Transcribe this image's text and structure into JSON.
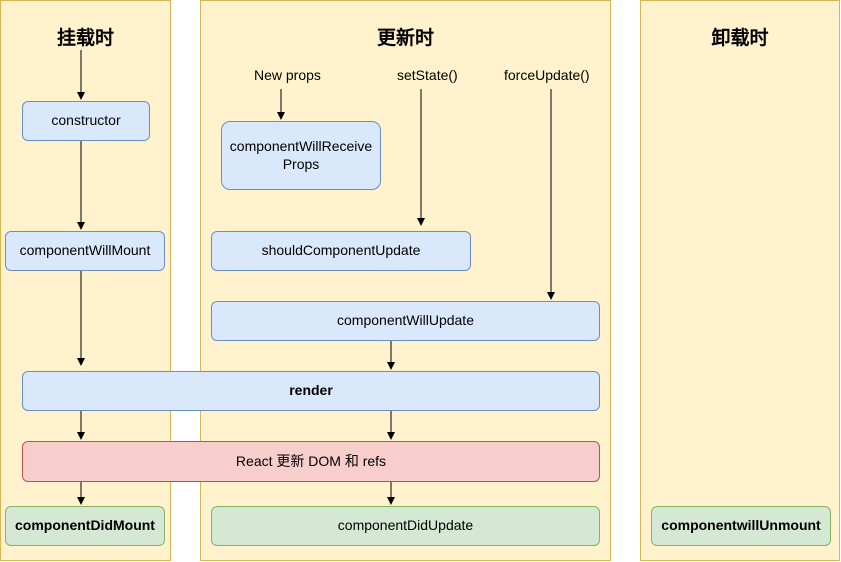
{
  "lanes": {
    "mount": {
      "title": "挂载时"
    },
    "update": {
      "title": "更新时"
    },
    "unmount": {
      "title": "卸载时"
    }
  },
  "triggers": {
    "new_props": "New props",
    "set_state": "setState()",
    "force_update": "forceUpdate()"
  },
  "nodes": {
    "constructor": "constructor",
    "component_will_mount": "componentWillMount",
    "component_will_receive_props": "componentWillReceive Props",
    "should_component_update": "shouldComponentUpdate",
    "component_will_update": "componentWillUpdate",
    "render": "render",
    "react_update": "React 更新 DOM 和 refs",
    "component_did_mount": "componentDidMount",
    "component_did_update": "componentDidUpdate",
    "component_will_unmount": "componentwillUnmount"
  },
  "colors": {
    "lane_fill": "#fff2cc",
    "lane_stroke": "#d6b656",
    "blue_fill": "#dae8fc",
    "red_fill": "#f8cecc",
    "green_fill": "#d5e8d4"
  }
}
